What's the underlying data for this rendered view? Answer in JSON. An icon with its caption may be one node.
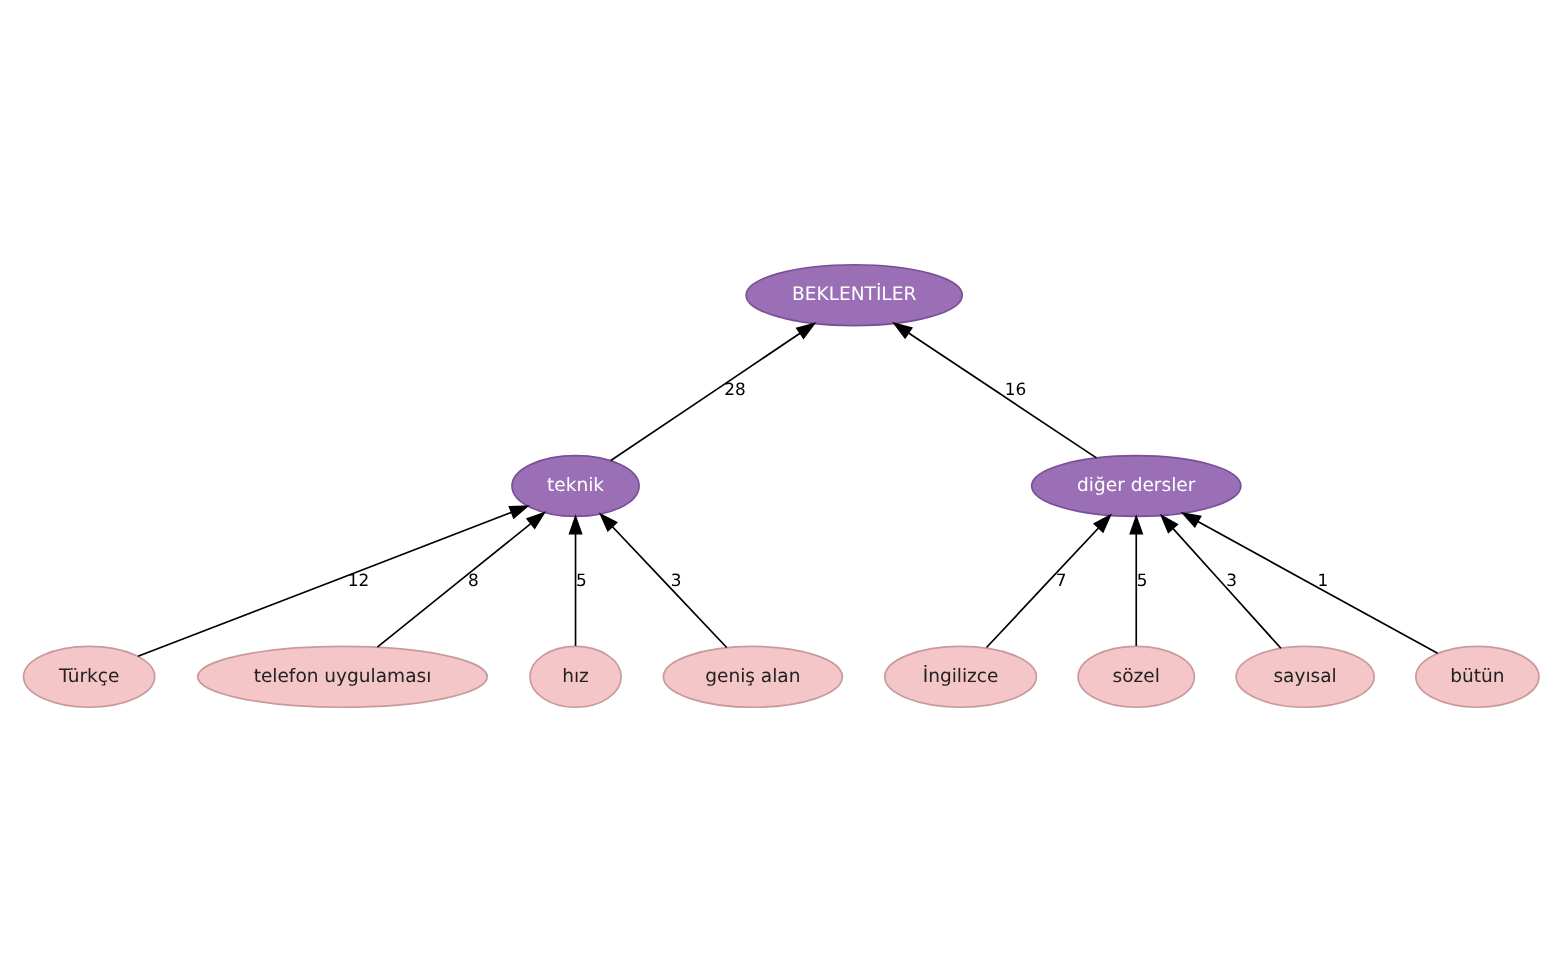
{
  "diagram": {
    "nodes": [
      {
        "text": [
          "BEKLENTİLER"
        ]
      },
      {
        "text": [
          "teknik"
        ]
      },
      {
        "text": [
          "diğer dersler"
        ]
      },
      {
        "text": [
          "Türkçe"
        ]
      },
      {
        "text": [
          "telefon uygulaması"
        ]
      },
      {
        "text": [
          "hız"
        ]
      },
      {
        "text": [
          "geniş alan"
        ]
      },
      {
        "text": [
          "İngilizce"
        ]
      },
      {
        "text": [
          "sözel"
        ]
      },
      {
        "text": [
          "sayısal"
        ]
      },
      {
        "text": [
          "bütün"
        ]
      }
    ],
    "edges": [
      {
        "from": 1,
        "to": 0,
        "arrow": "to",
        "label": "28"
      },
      {
        "from": 2,
        "to": 0,
        "arrow": "to",
        "label": "16"
      },
      {
        "from": 3,
        "to": 1,
        "arrow": "to",
        "label": "12"
      },
      {
        "from": 4,
        "to": 1,
        "arrow": "to",
        "label": "8"
      },
      {
        "from": 5,
        "to": 1,
        "arrow": "to",
        "label": "5"
      },
      {
        "from": 6,
        "to": 1,
        "arrow": "to",
        "label": "3"
      },
      {
        "from": 7,
        "to": 2,
        "arrow": "to",
        "label": "7"
      },
      {
        "from": 8,
        "to": 2,
        "arrow": "to",
        "label": "5"
      },
      {
        "from": 9,
        "to": 2,
        "arrow": "to",
        "label": "3"
      },
      {
        "from": 10,
        "to": 2,
        "arrow": "to",
        "label": "1"
      }
    ]
  }
}
